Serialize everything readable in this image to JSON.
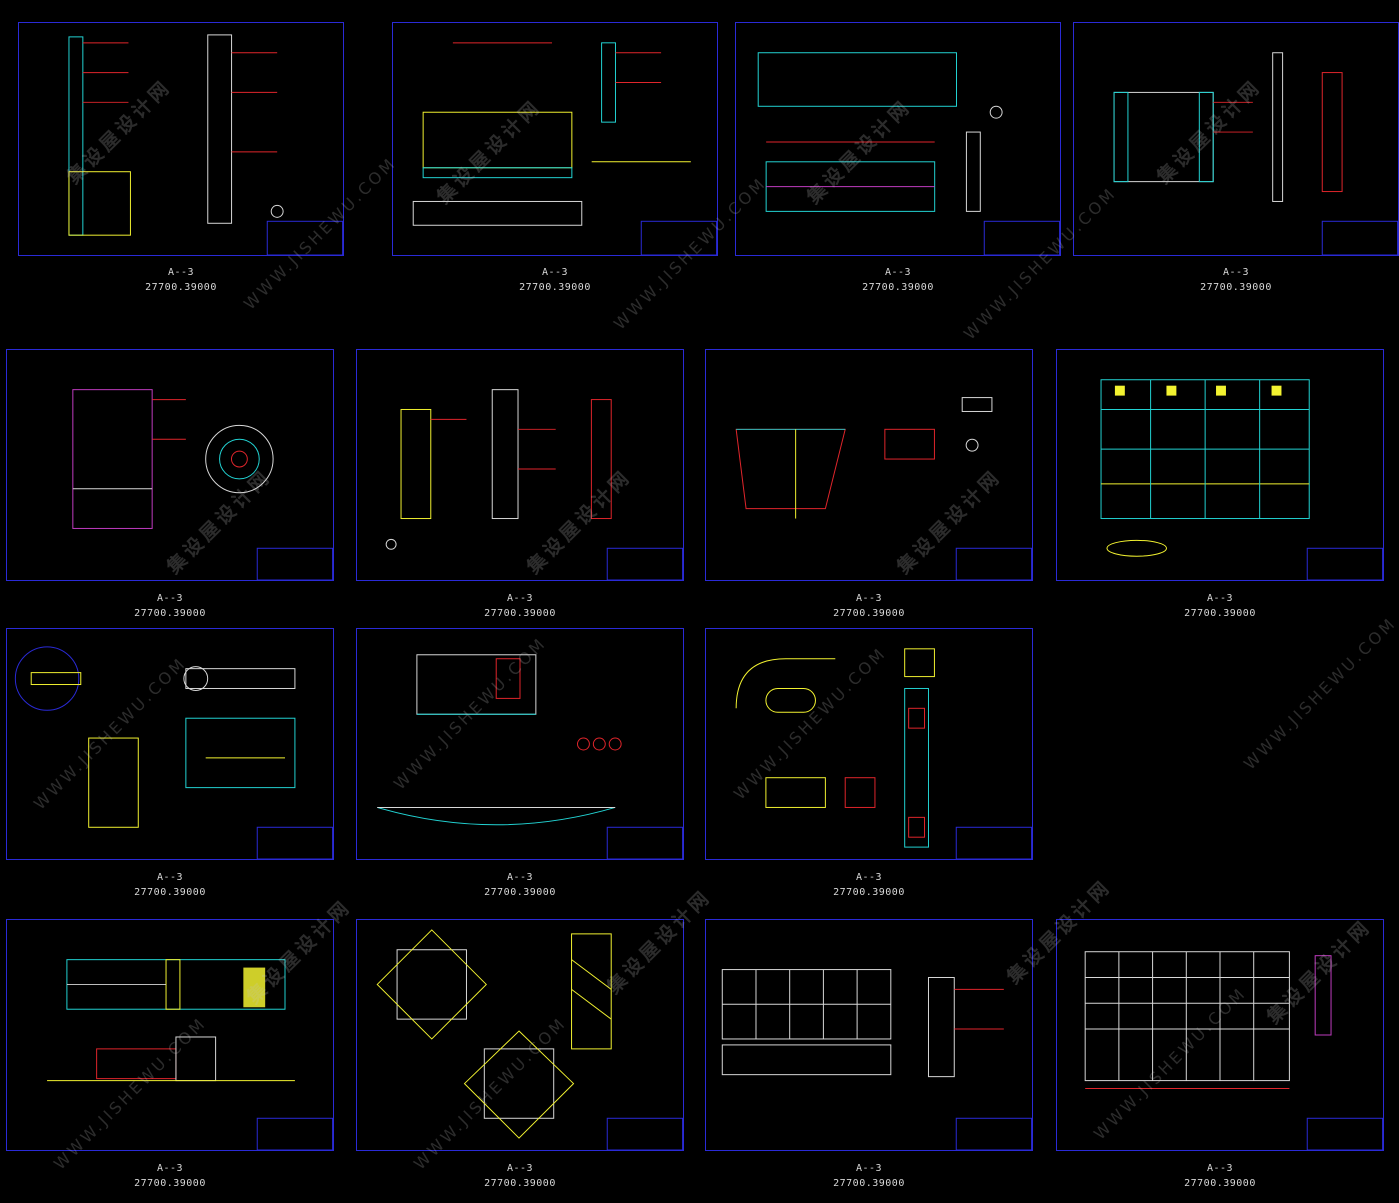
{
  "sheets": [
    {
      "label": "A--3",
      "size": "27700.39000"
    },
    {
      "label": "A--3",
      "size": "27700.39000"
    },
    {
      "label": "A--3",
      "size": "27700.39000"
    },
    {
      "label": "A--3",
      "size": "27700.39000"
    },
    {
      "label": "A--3",
      "size": "27700.39000"
    },
    {
      "label": "A--3",
      "size": "27700.39000"
    },
    {
      "label": "A--3",
      "size": "27700.39000"
    },
    {
      "label": "A--3",
      "size": "27700.39000"
    },
    {
      "label": "A--3",
      "size": "27700.39000"
    },
    {
      "label": "A--3",
      "size": "27700.39000"
    },
    {
      "label": "A--3",
      "size": "27700.39000"
    },
    {
      "label": "A--3",
      "size": "27700.39000"
    },
    {
      "label": "A--3",
      "size": "27700.39000"
    },
    {
      "label": "A--3",
      "size": "27700.39000"
    },
    {
      "label": "A--3",
      "size": "27700.39000"
    }
  ],
  "watermarks": {
    "cn": "集设屋设计网",
    "en": "WWW.JISHEWU.COM"
  },
  "colors": {
    "frame": "#2a2ad6",
    "linework_red": "#e0252b",
    "linework_cyan": "#22d3d3",
    "linework_yellow": "#f2f230",
    "linework_white": "#d8d8d8",
    "linework_magenta": "#c03cc0"
  }
}
